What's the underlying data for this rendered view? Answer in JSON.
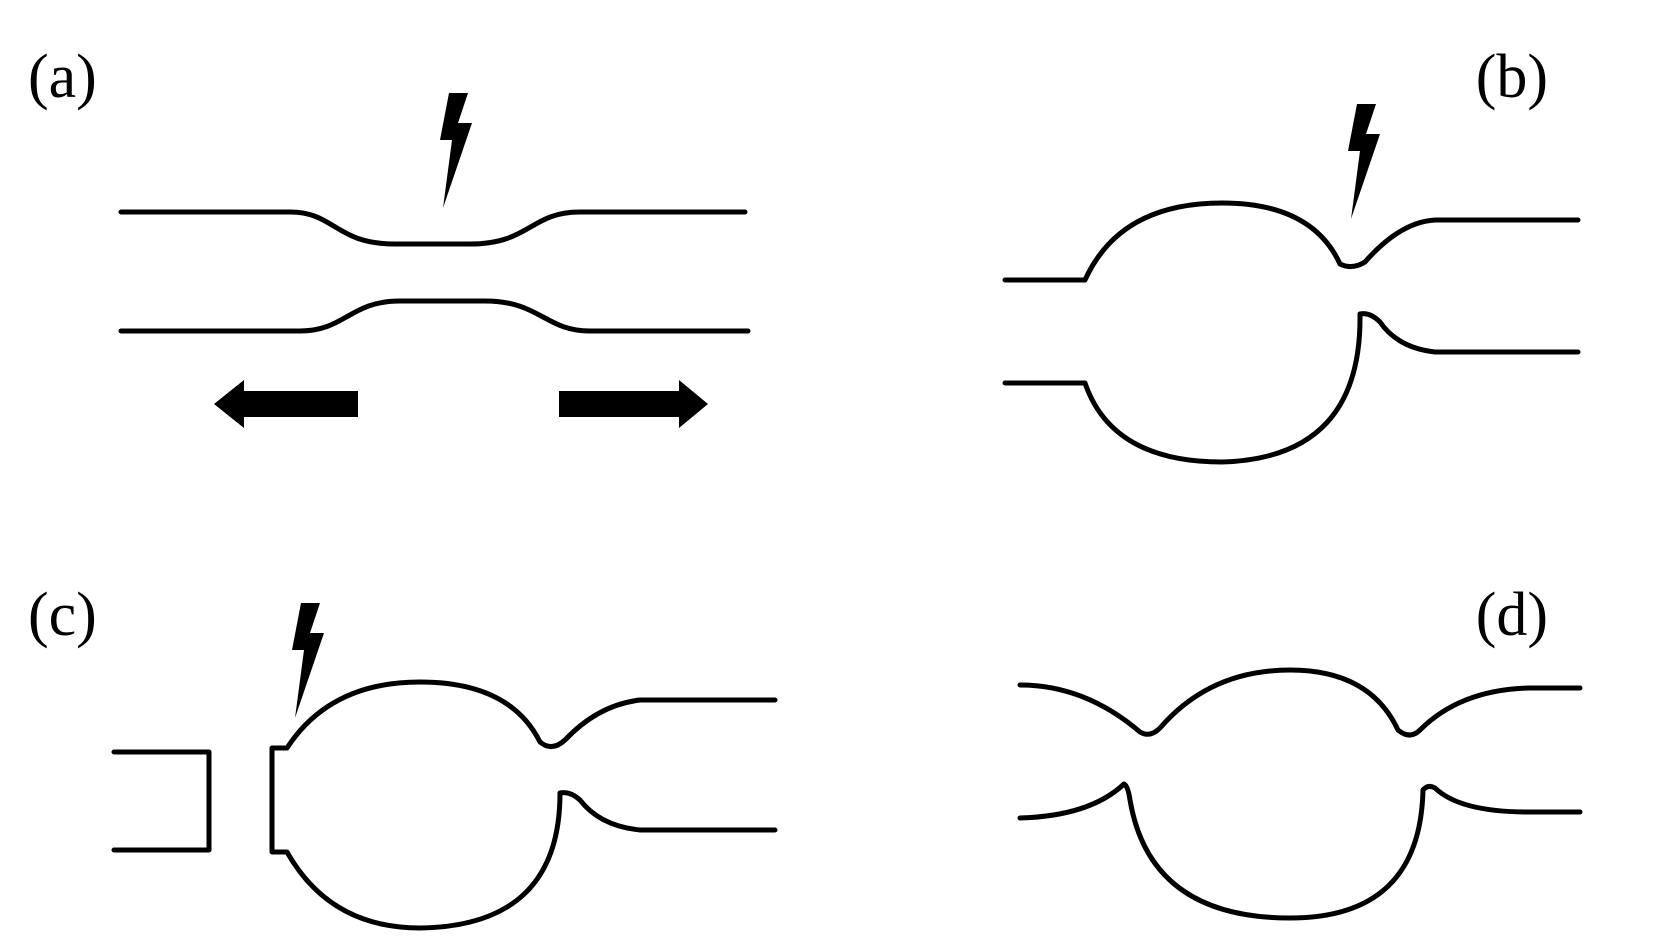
{
  "figure": {
    "panels": [
      {
        "id": "a",
        "label": "(a)"
      },
      {
        "id": "b",
        "label": "(b)"
      },
      {
        "id": "c",
        "label": "(c)"
      },
      {
        "id": "d",
        "label": "(d)"
      }
    ],
    "colors": {
      "background": "#ffffff",
      "stroke": "#000000"
    },
    "icons": [
      "lightning-bolt-icon",
      "arrow-left-icon",
      "arrow-right-icon"
    ]
  }
}
